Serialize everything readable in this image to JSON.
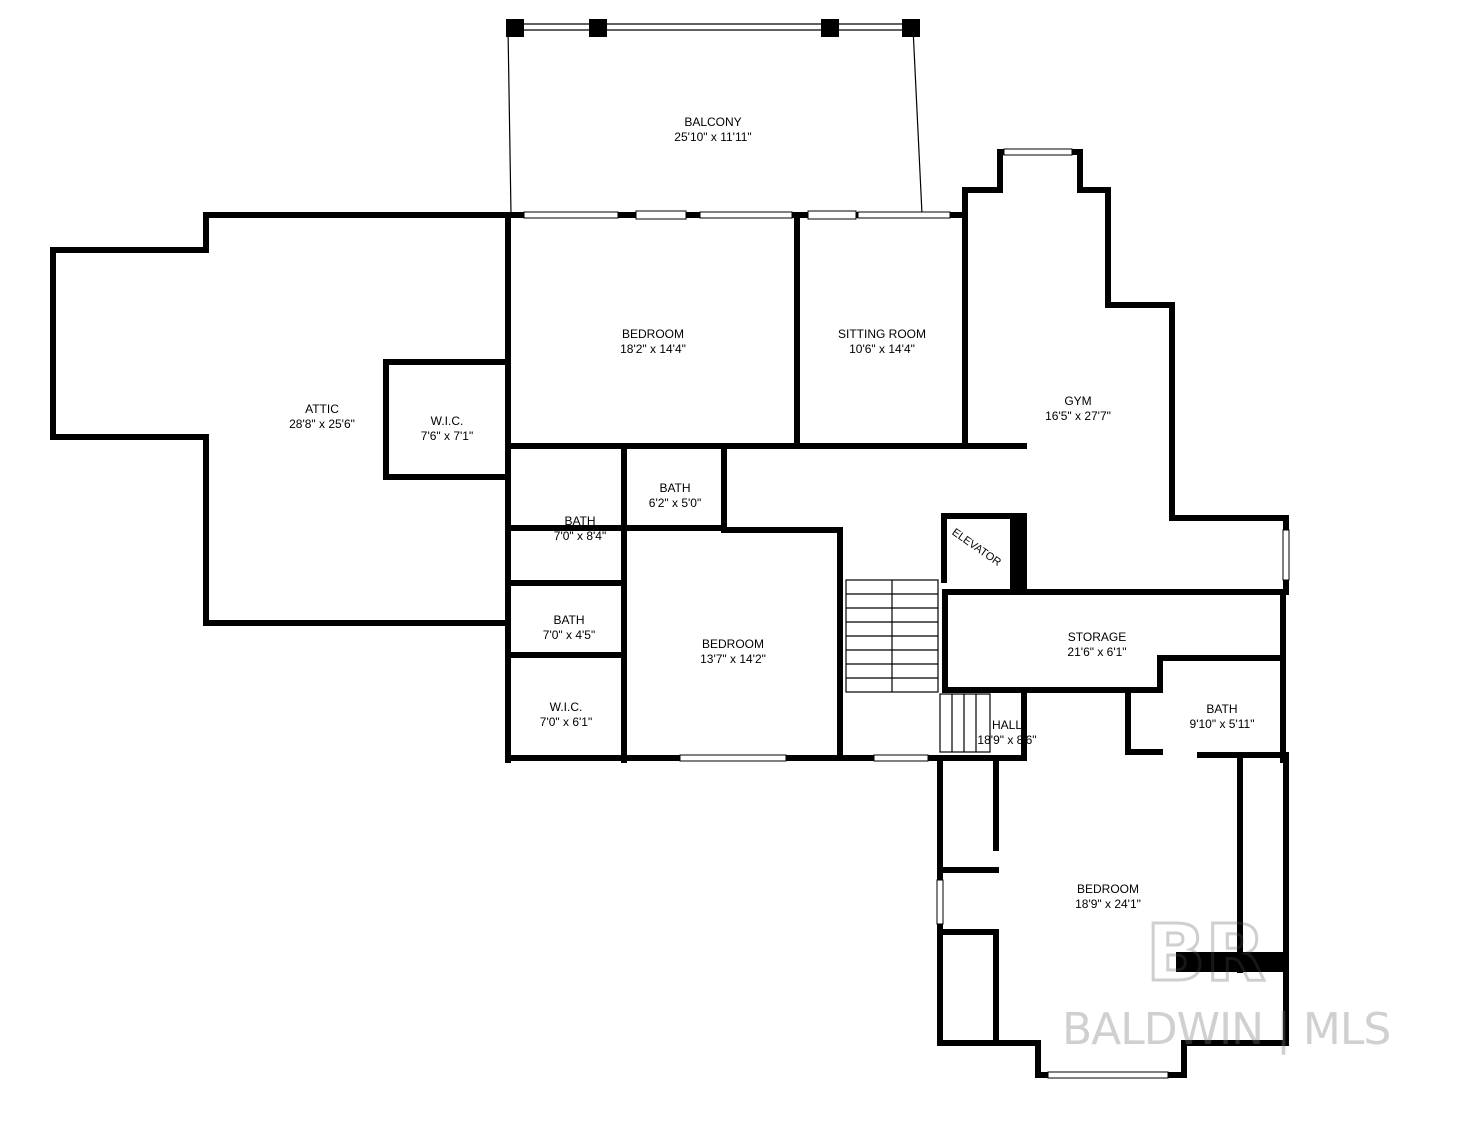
{
  "rooms": {
    "balcony": {
      "name": "BALCONY",
      "dim": "25'10\" x 11'11\""
    },
    "bedroom_top": {
      "name": "BEDROOM",
      "dim": "18'2\" x 14'4\""
    },
    "sitting": {
      "name": "SITTING ROOM",
      "dim": "10'6\" x 14'4\""
    },
    "gym": {
      "name": "GYM",
      "dim": "16'5\" x 27'7\""
    },
    "attic": {
      "name": "ATTIC",
      "dim": "28'8\" x 25'6\""
    },
    "wic_top": {
      "name": "W.I.C.",
      "dim": "7'6\" x 7'1\""
    },
    "bath_1": {
      "name": "BATH",
      "dim": "6'2\" x 5'0\""
    },
    "bath_2": {
      "name": "BATH",
      "dim": "7'0\" x 8'4\""
    },
    "elevator": {
      "name": "ELEVATOR",
      "dim": ""
    },
    "bath_3": {
      "name": "BATH",
      "dim": "7'0\" x 4'5\""
    },
    "bedroom_mid": {
      "name": "BEDROOM",
      "dim": "13'7\" x 14'2\""
    },
    "storage": {
      "name": "STORAGE",
      "dim": "21'6\" x 6'1\""
    },
    "wic_bottom": {
      "name": "W.I.C.",
      "dim": "7'0\" x 6'1\""
    },
    "hall": {
      "name": "HALL",
      "dim": "18'9\" x 8'6\""
    },
    "bath_4": {
      "name": "BATH",
      "dim": "9'10\" x 5'11\""
    },
    "bedroom_bottom": {
      "name": "BEDROOM",
      "dim": "18'9\" x 24'1\""
    }
  },
  "watermark": {
    "logo_text": "BR",
    "brand_text": "BALDWIN | MLS"
  }
}
